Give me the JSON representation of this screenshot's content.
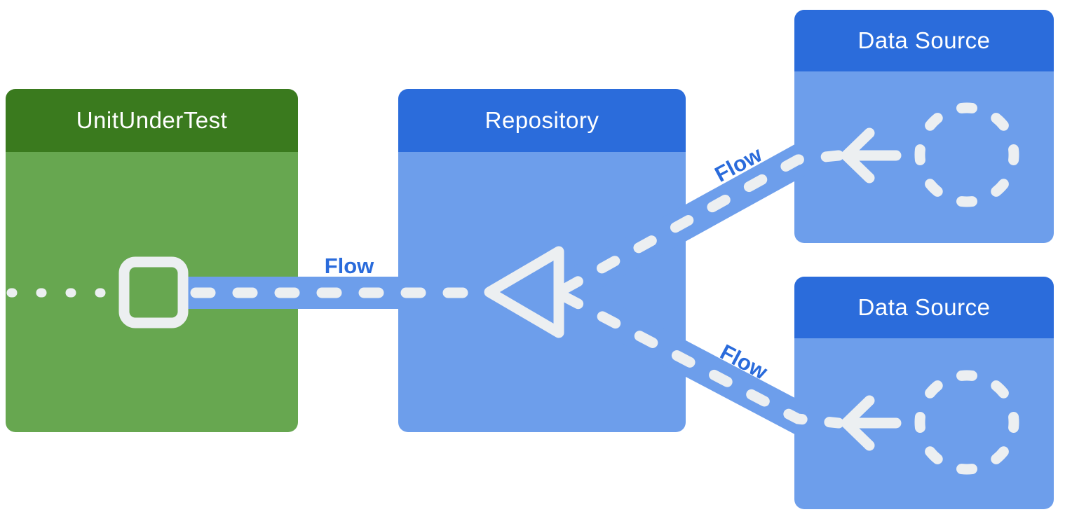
{
  "diagram": {
    "nodes": [
      {
        "id": "unit-under-test",
        "label": "UnitUnderTest",
        "header_color": "#3a7a1e",
        "body_color": "#67a750"
      },
      {
        "id": "repository",
        "label": "Repository",
        "header_color": "#2b6cdb",
        "body_color": "#6d9eeb"
      },
      {
        "id": "data-source-top",
        "label": "Data Source",
        "header_color": "#2b6cdb",
        "body_color": "#6d9eeb"
      },
      {
        "id": "data-source-bottom",
        "label": "Data Source",
        "header_color": "#2b6cdb",
        "body_color": "#6d9eeb"
      }
    ],
    "connectors": [
      {
        "id": "repository-to-unit-under-test",
        "label": "Flow",
        "style": "dashed"
      },
      {
        "id": "data-source-top-to-repository",
        "label": "Flow",
        "style": "dashed"
      },
      {
        "id": "data-source-bottom-to-repository",
        "label": "Flow",
        "style": "dashed"
      }
    ],
    "icons": [
      {
        "name": "square-outline-icon",
        "location": "unit-under-test"
      },
      {
        "name": "triangle-outline-icon",
        "location": "repository"
      },
      {
        "name": "arrow-left-icon",
        "location": "data-source-top"
      },
      {
        "name": "dashed-circle-icon",
        "location": "data-source-top"
      },
      {
        "name": "arrow-left-icon",
        "location": "data-source-bottom"
      },
      {
        "name": "dashed-circle-icon",
        "location": "data-source-bottom"
      }
    ]
  },
  "colors": {
    "header_blue": "#2b6cdb",
    "body_blue": "#6d9eeb",
    "header_green": "#3a7a1e",
    "body_green": "#67a750",
    "icon_stroke": "#eceff1",
    "flow_label": "#2a6bdb",
    "title_color": "#ffffff",
    "bg": "#ffffff"
  }
}
